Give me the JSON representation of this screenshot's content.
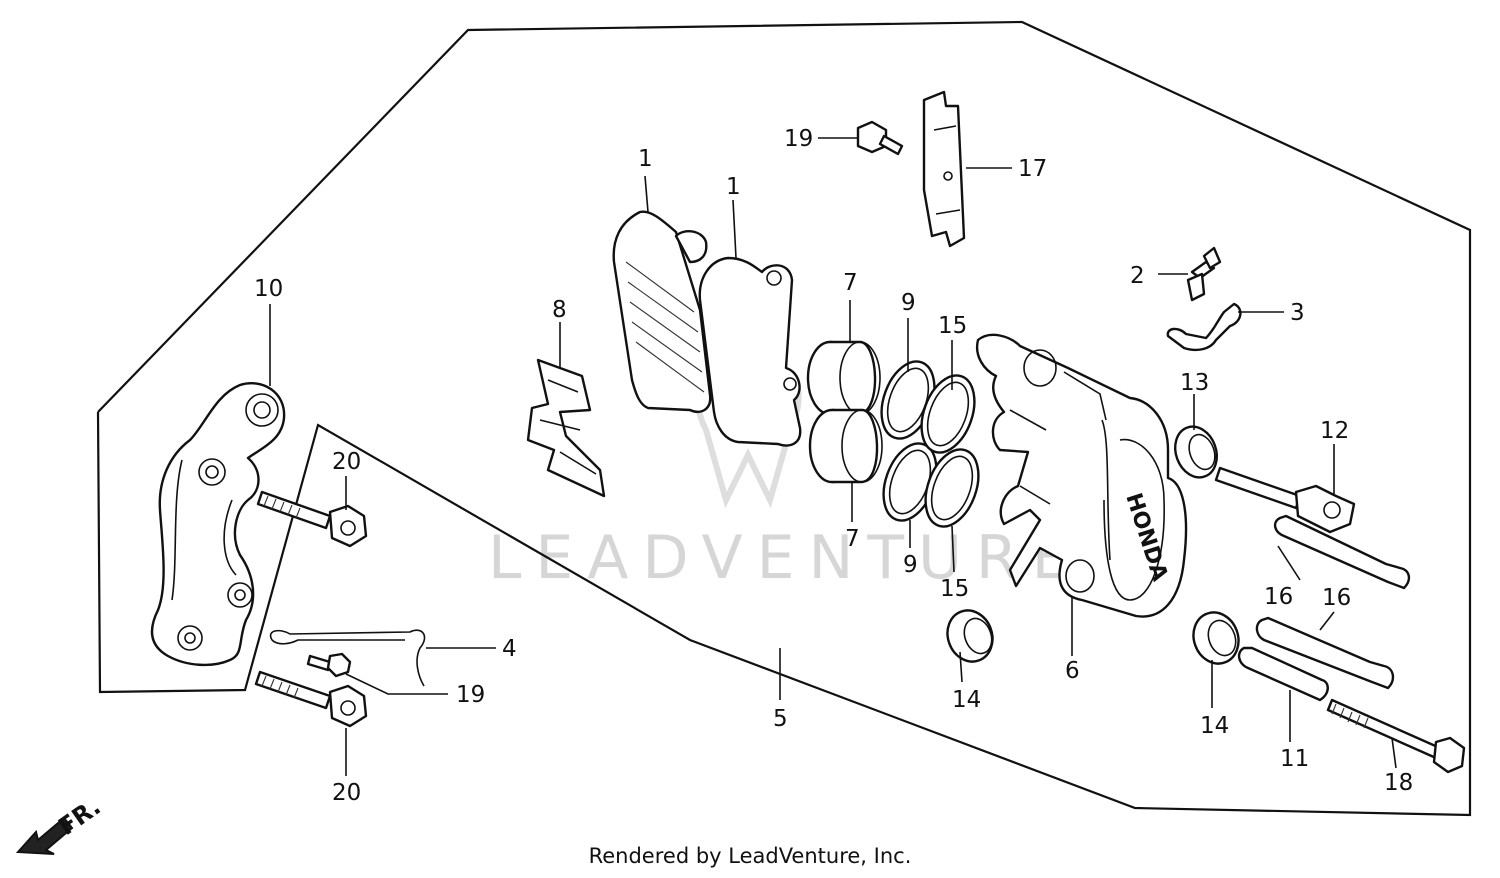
{
  "watermark": "LEADVENTURE",
  "front_marker": "FR.",
  "brand_lettering": "HONDA",
  "credit": "Rendered by LeadVenture, Inc.",
  "callouts": {
    "c1a": "1",
    "c1b": "1",
    "c2": "2",
    "c3": "3",
    "c4": "4",
    "c5": "5",
    "c6": "6",
    "c7a": "7",
    "c7b": "7",
    "c8": "8",
    "c9a": "9",
    "c9b": "9",
    "c10": "10",
    "c11": "11",
    "c12": "12",
    "c13": "13",
    "c14a": "14",
    "c14b": "14",
    "c15a": "15",
    "c15b": "15",
    "c16a": "16",
    "c16b": "16",
    "c17": "17",
    "c18": "18",
    "c19a": "19",
    "c19b": "19",
    "c20a": "20",
    "c20b": "20"
  }
}
